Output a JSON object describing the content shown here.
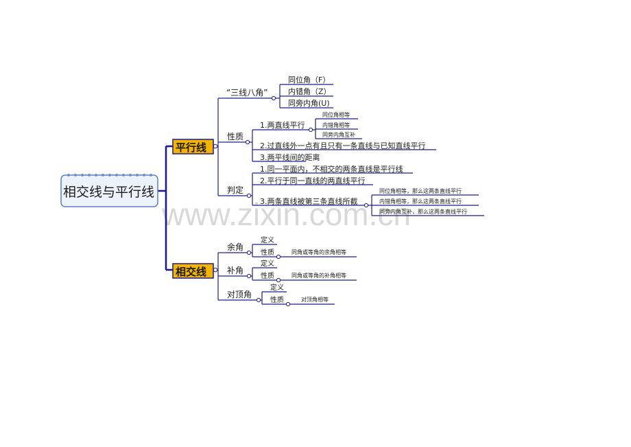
{
  "colors": {
    "line": "#1c1c8c",
    "box_fill": "#f4b400",
    "box_border": "#1c1c8c",
    "root_fill": "#eef3fb",
    "root_border": "#5a7fc0",
    "watermark": "#d8d8d8"
  },
  "watermark": "www.zixin.com.cn",
  "root": {
    "label": "相交线与平行线"
  },
  "branch_parallel": {
    "label": "平行线",
    "sanxian": {
      "label": "“三线八角”",
      "items": [
        "同位角（F）",
        "内错角（Z）",
        "同旁内角(U)"
      ]
    },
    "xingzhi": {
      "label": "性质",
      "p1": {
        "label": "1.两直线平行",
        "items": [
          "同位角相等",
          "内错角相等",
          "同旁内角互补"
        ]
      },
      "p2": "2.过直线外一点有且只有一条直线与已知直线平行",
      "p3": "3.两平线间的距离"
    },
    "panding": {
      "label": "判定",
      "d1": "1.同一平面内，不相交的两条直线是平行线",
      "d2": "2.平行于同一直线的两直线平行",
      "d3": {
        "label": "3.两条直线被第三条直线所截",
        "items": [
          "同位角相等，那么这两条直线平行",
          "内错角相等，那么这两条直线平行",
          "同旁内角互补，那么这两条直线平行"
        ]
      }
    }
  },
  "branch_intersect": {
    "label": "相交线",
    "yujiao": {
      "label": "余角",
      "def": "定义",
      "prop": "性质",
      "prop_text": "同角或等角的余角相等"
    },
    "bujiao": {
      "label": "补角",
      "def": "定义",
      "prop": "性质",
      "prop_text": "同角或等角的补角相等"
    },
    "duiding": {
      "label": "对顶角",
      "def": "定义",
      "prop": "性质",
      "prop_text": "对顶角相等"
    }
  }
}
